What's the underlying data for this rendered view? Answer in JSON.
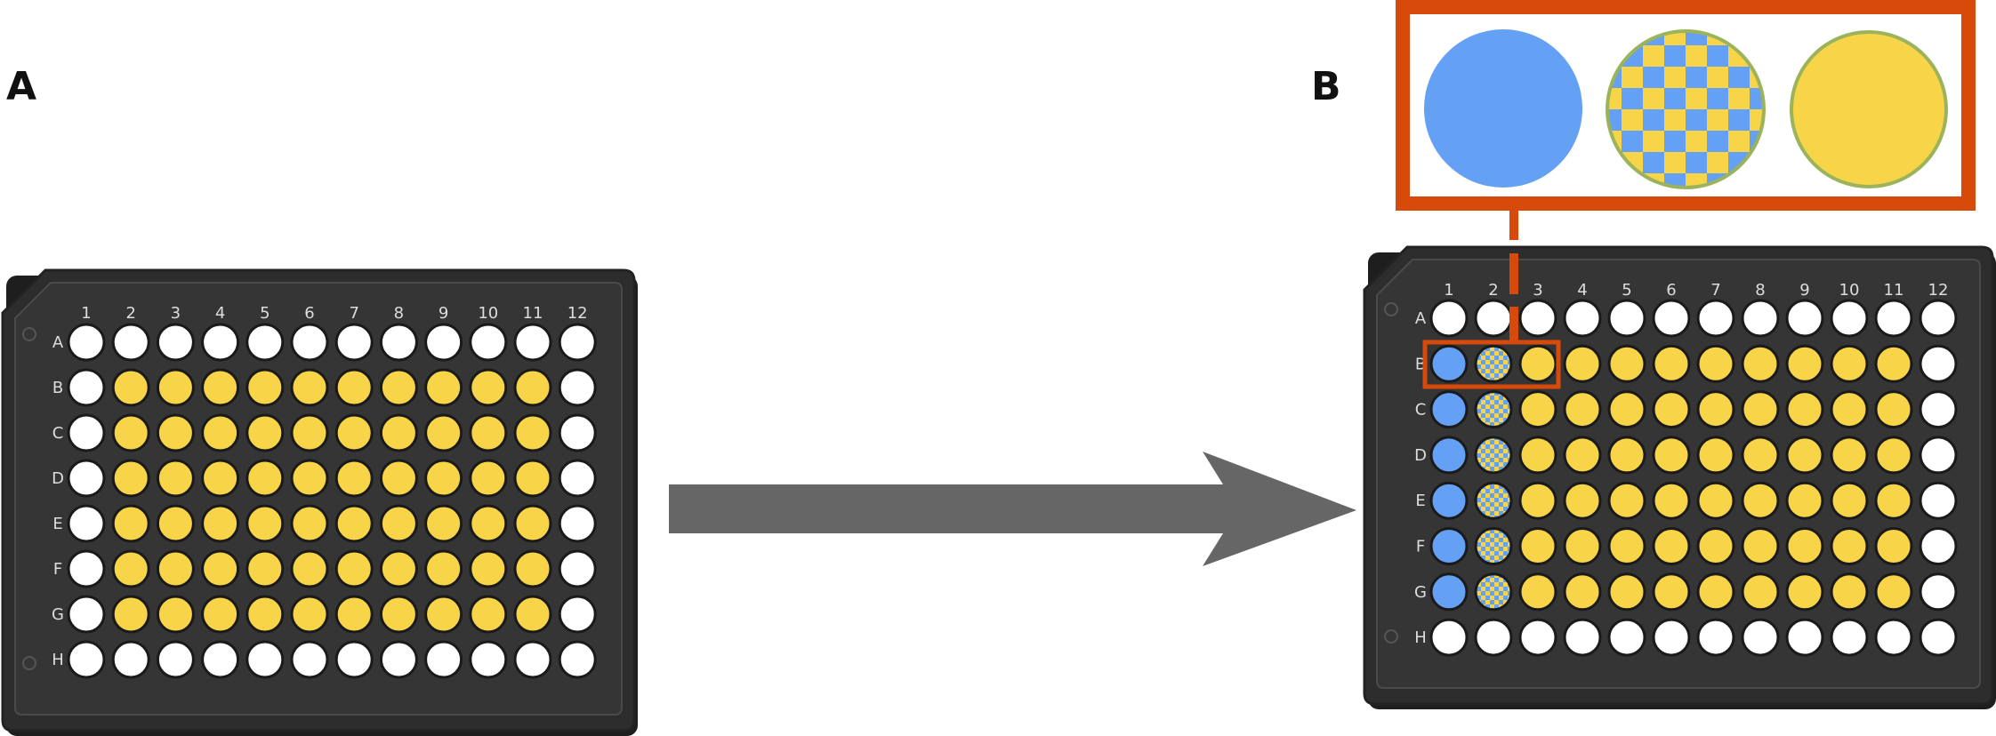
{
  "panels": {
    "a": {
      "letter": "A"
    },
    "b": {
      "letter": "B"
    }
  },
  "plate": {
    "columns": [
      "1",
      "2",
      "3",
      "4",
      "5",
      "6",
      "7",
      "8",
      "9",
      "10",
      "11",
      "12"
    ],
    "rows": [
      "A",
      "B",
      "C",
      "D",
      "E",
      "F",
      "G",
      "H"
    ]
  },
  "plate_a_layout": [
    "wwwwwwwwwwww",
    "wyyyyyyyyyyw",
    "wyyyyyyyyyyw",
    "wyyyyyyyyyyw",
    "wyyyyyyyyyyw",
    "wyyyyyyyyyyw",
    "wyyyyyyyyyyw",
    "wwwwwwwwwwww"
  ],
  "plate_b_layout": [
    "wwwwwwwwwwww",
    "bcyyyyyyyyyw",
    "bcyyyyyyyyyw",
    "bcyyyyyyyyyw",
    "bcyyyyyyyyyw",
    "bcyyyyyyyyyw",
    "bcyyyyyyyyyw",
    "wwwwwwwwwwww"
  ],
  "well_types": {
    "w": "empty",
    "y": "yellow",
    "b": "blue",
    "c": "checkered blue/yellow"
  },
  "inset_wells": [
    "blue",
    "checkered blue/yellow",
    "yellow"
  ],
  "colors": {
    "plate_body": "#2d2d2d",
    "plate_inner": "#353535",
    "plate_edge": "#4a4a4a",
    "empty_well": "#ffffff",
    "yellow_well": "#f8d548",
    "blue_well": "#64a0f4",
    "well_border": "#1a1a1a",
    "highlight": "#d84a0b",
    "arrow": "#666666",
    "inset_ring": "#9bb35a"
  }
}
